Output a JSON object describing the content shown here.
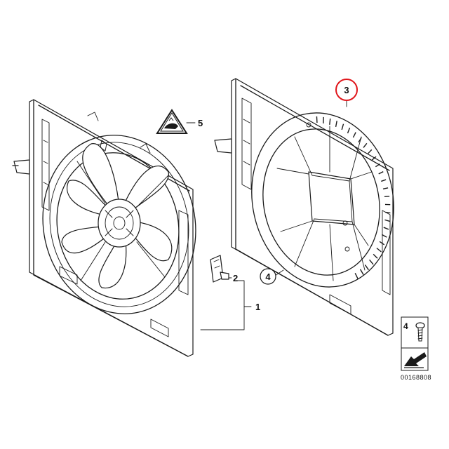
{
  "callouts": {
    "c1": "1",
    "c2": "2",
    "c3": "3",
    "c4_diagram": "4",
    "c5": "5",
    "c4_inset": "4"
  },
  "document_number": "00168808",
  "colors": {
    "line": "#1a1a1a",
    "highlight_circle": "#e0161b",
    "background": "#ffffff"
  },
  "icons": {
    "warning_triangle": "warning-triangle-icon",
    "screw": "screw-icon",
    "direction_arrow": "arrow-icon"
  }
}
